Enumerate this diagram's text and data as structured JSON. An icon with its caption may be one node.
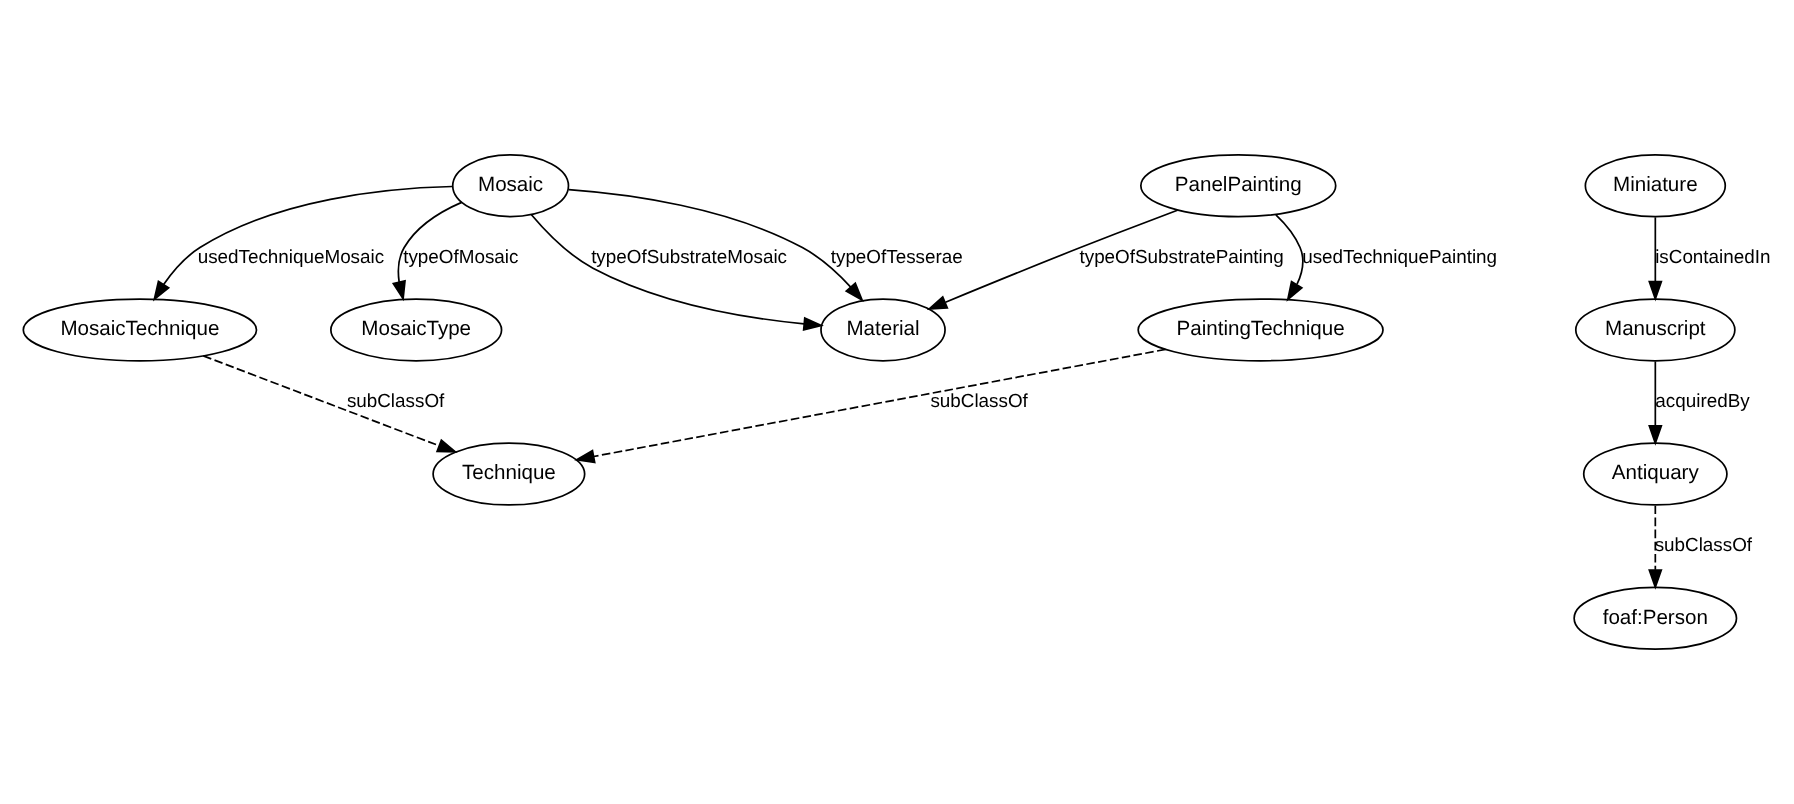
{
  "diagram": {
    "nodes": [
      {
        "text": [
          "Mosaic"
        ]
      },
      {
        "text": [
          "MosaicType"
        ]
      },
      {
        "text": [
          "Material"
        ]
      },
      {
        "text": [
          "MosaicTechnique"
        ]
      },
      {
        "text": [
          "PanelPainting"
        ]
      },
      {
        "text": [
          "PaintingTechnique"
        ]
      },
      {
        "text": [
          "Technique"
        ]
      },
      {
        "text": [
          "Miniature"
        ]
      },
      {
        "text": [
          "Manuscript"
        ]
      },
      {
        "text": [
          "Antiquary"
        ]
      },
      {
        "text": [
          "foaf:Person"
        ]
      }
    ],
    "edges": [
      {
        "from": 0,
        "to": 2,
        "arrow": "to",
        "label": "typeOfTesserae"
      },
      {
        "from": 0,
        "to": 1,
        "arrow": "to",
        "label": "typeOfMosaic"
      },
      {
        "from": 0,
        "to": 2,
        "arrow": "to",
        "label": "typeOfSubstrateMosaic"
      },
      {
        "from": 0,
        "to": 3,
        "arrow": "to",
        "label": "usedTechniqueMosaic"
      },
      {
        "from": 4,
        "to": 2,
        "arrow": "to",
        "label": "typeOfSubstratePainting"
      },
      {
        "from": 4,
        "to": 5,
        "arrow": "to",
        "label": "usedTechniquePainting"
      },
      {
        "from": 5,
        "to": 6,
        "arrow": "to",
        "label": "subClassOf",
        "style": "dashed"
      },
      {
        "from": 3,
        "to": 6,
        "arrow": "to",
        "label": "subClassOf",
        "style": "dashed"
      },
      {
        "from": 7,
        "to": 8,
        "arrow": "to",
        "label": "isContainedIn"
      },
      {
        "from": 8,
        "to": 9,
        "arrow": "to",
        "label": "acquiredBy"
      },
      {
        "from": 9,
        "to": 10,
        "arrow": "to",
        "label": "subClassOf",
        "style": "dashed"
      }
    ]
  }
}
